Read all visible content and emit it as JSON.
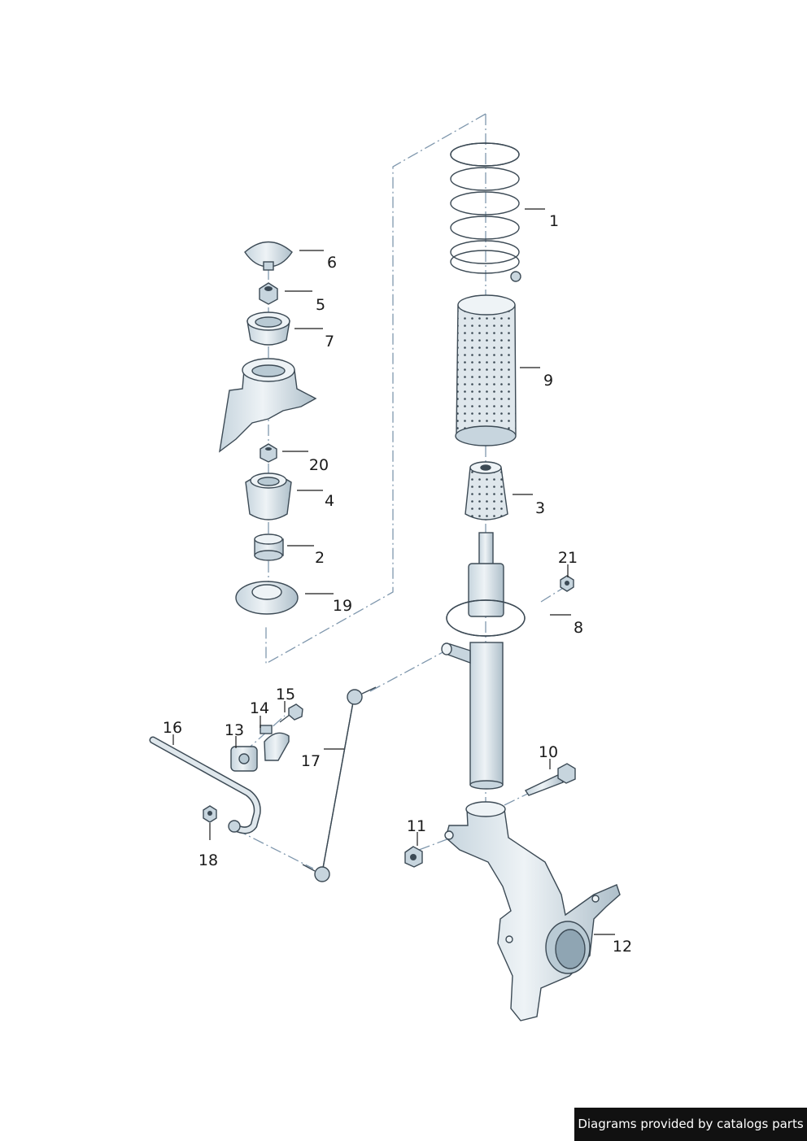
{
  "diagram": {
    "labels": [
      "1",
      "6",
      "5",
      "7",
      "9",
      "20",
      "4",
      "3",
      "2",
      "21",
      "19",
      "8",
      "15",
      "14",
      "16",
      "13",
      "17",
      "10",
      "11",
      "18",
      "12"
    ]
  },
  "colors": {
    "part_fill": "#dfe7ec",
    "part_shade": "#b9cad4",
    "dashed_line": "#7f97ad",
    "label_text": "#1a1a1a"
  },
  "footer": {
    "credit": "Diagrams provided by catalogs parts"
  }
}
